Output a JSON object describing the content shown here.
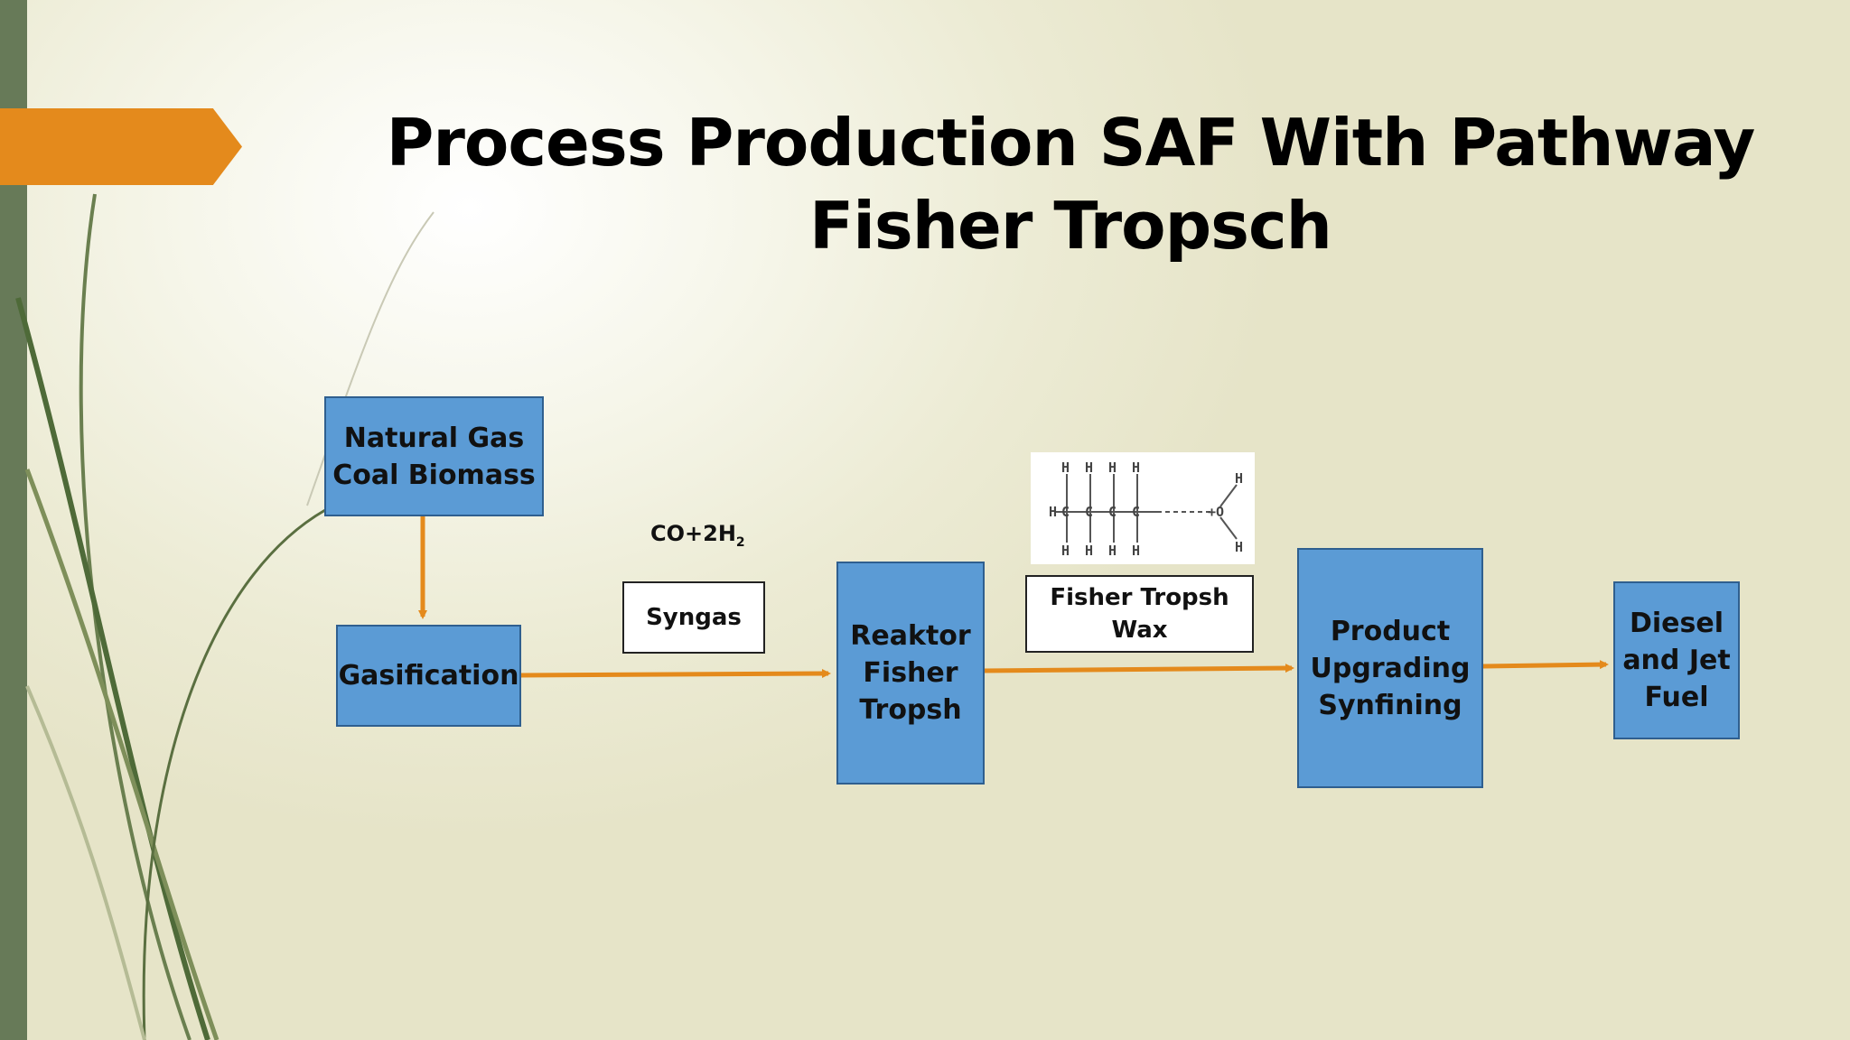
{
  "slide": {
    "title_line1": "Process Production SAF With Pathway",
    "title_line2": "Fisher Tropsch"
  },
  "nodes": {
    "feedstock": [
      "Natural Gas",
      "Coal Biomass"
    ],
    "gasification": "Gasification",
    "syngas": "Syngas",
    "reactor": [
      "Reaktor",
      "Fisher",
      "Tropsh"
    ],
    "wax": [
      "Fisher Tropsh",
      "Wax"
    ],
    "upgrading": [
      "Product",
      "Upgrading",
      "Synfining"
    ],
    "fuel": [
      "Diesel",
      "and Jet",
      "Fuel"
    ]
  },
  "formula": {
    "main": "CO+2H",
    "subscript": "2"
  },
  "colors": {
    "box_fill": "#5b9bd5",
    "arrow": "#e48a1c",
    "sidebar": "#677a58"
  }
}
